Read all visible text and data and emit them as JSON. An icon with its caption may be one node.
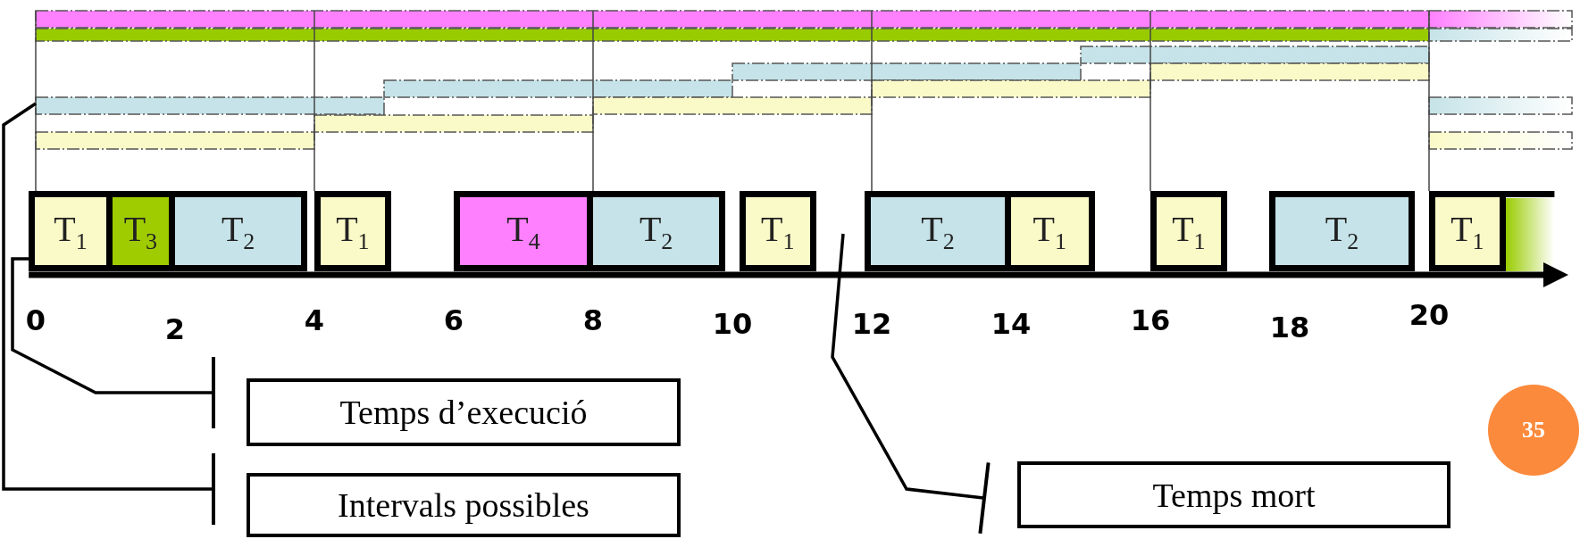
{
  "diagram": {
    "nodes": [
      {
        "text": [
          "T$_{1}$"
        ]
      },
      {
        "text": [
          "T$_{3}$"
        ]
      },
      {
        "text": [
          "T$_{2}$"
        ]
      },
      {
        "text": [
          "T$_{1}$"
        ]
      },
      {
        "text": [
          "T$_{4}$"
        ]
      },
      {
        "text": [
          "T$_{2}$"
        ]
      },
      {
        "text": [
          "T$_{1}$"
        ]
      },
      {
        "text": [
          "T$_{2}$"
        ]
      },
      {
        "text": [
          "T$_{1}$"
        ]
      },
      {
        "text": [
          "T$_{1}$"
        ]
      },
      {
        "text": [
          "T$_{2}$"
        ]
      },
      {
        "text": [
          "T$_{1}$"
        ]
      },
      {
        "text": [
          "Temps d’execució"
        ]
      },
      {
        "text": [
          "Intervals possibles"
        ]
      },
      {
        "text": [
          "Temps mort"
        ]
      },
      {
        "text": [
          "35"
        ]
      }
    ],
    "edges": [
      {
        "from": 12,
        "to": 0,
        "arrow": "other"
      },
      {
        "from": 13,
        "to": null,
        "arrow": "other"
      },
      {
        "from": 14,
        "to": null,
        "arrow": "other"
      }
    ],
    "labels": [
      "0",
      "2",
      "4",
      "6",
      "8",
      "10",
      "12",
      "14",
      "16",
      "18",
      "20"
    ]
  }
}
